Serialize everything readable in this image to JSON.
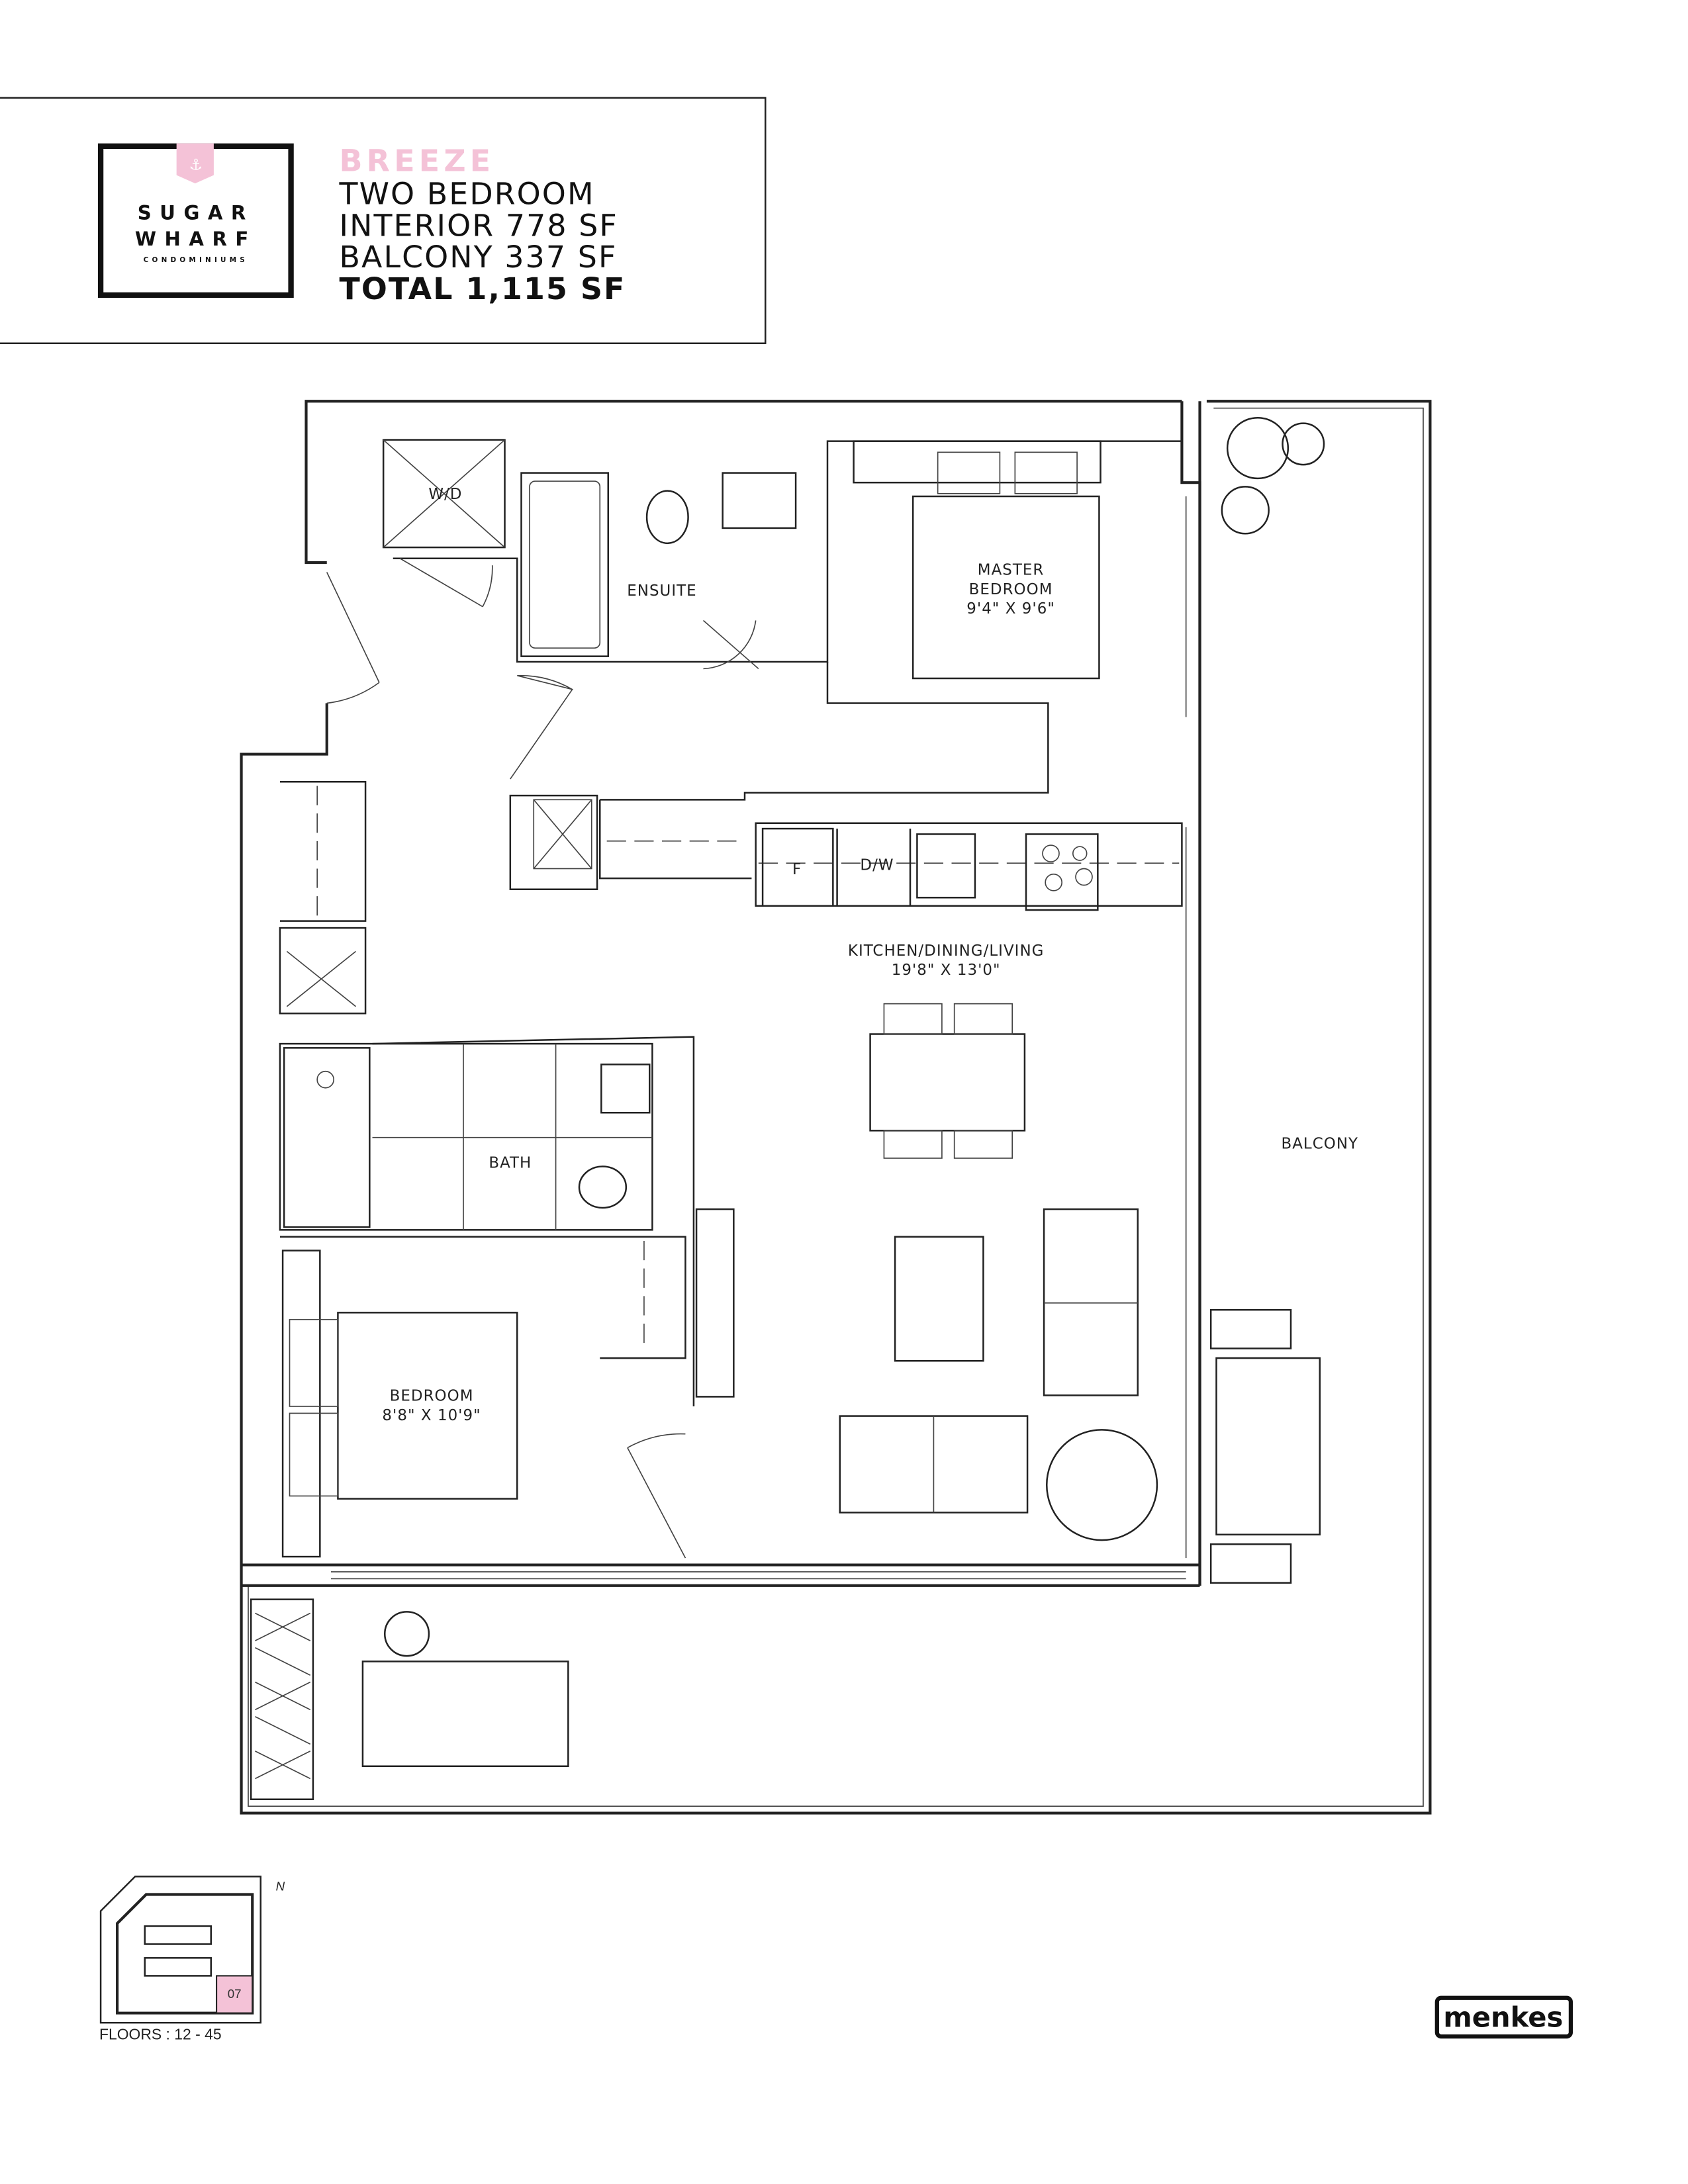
{
  "header": {
    "brand_line1": "SUGAR",
    "brand_line2": "WHARF",
    "brand_line3": "CONDOMINIUMS",
    "suite_name": "BREEZE",
    "unit_type": "TWO BEDROOM",
    "interior": "INTERIOR 778 SF",
    "balcony": "BALCONY 337 SF",
    "total": "TOTAL 1,115 SF"
  },
  "rooms": {
    "wd": "W/D",
    "ensuite": "ENSUITE",
    "master_name": "MASTER",
    "master_name2": "BEDROOM",
    "master_dim": "9'4\" X 9'6\"",
    "fridge": "F",
    "dishwasher": "D/W",
    "kdl_name": "KITCHEN/DINING/LIVING",
    "kdl_dim": "19'8\" X 13'0\"",
    "balcony": "BALCONY",
    "bath": "BATH",
    "bedroom_name": "BEDROOM",
    "bedroom_dim": "8'8\" X 10'9\""
  },
  "keyplan": {
    "unit_number": "07",
    "north": "N",
    "floors": "FLOORS : 12 - 45"
  },
  "developer": "menkes",
  "colors": {
    "accent_pink": "#f4c2d7",
    "line": "#222222"
  }
}
